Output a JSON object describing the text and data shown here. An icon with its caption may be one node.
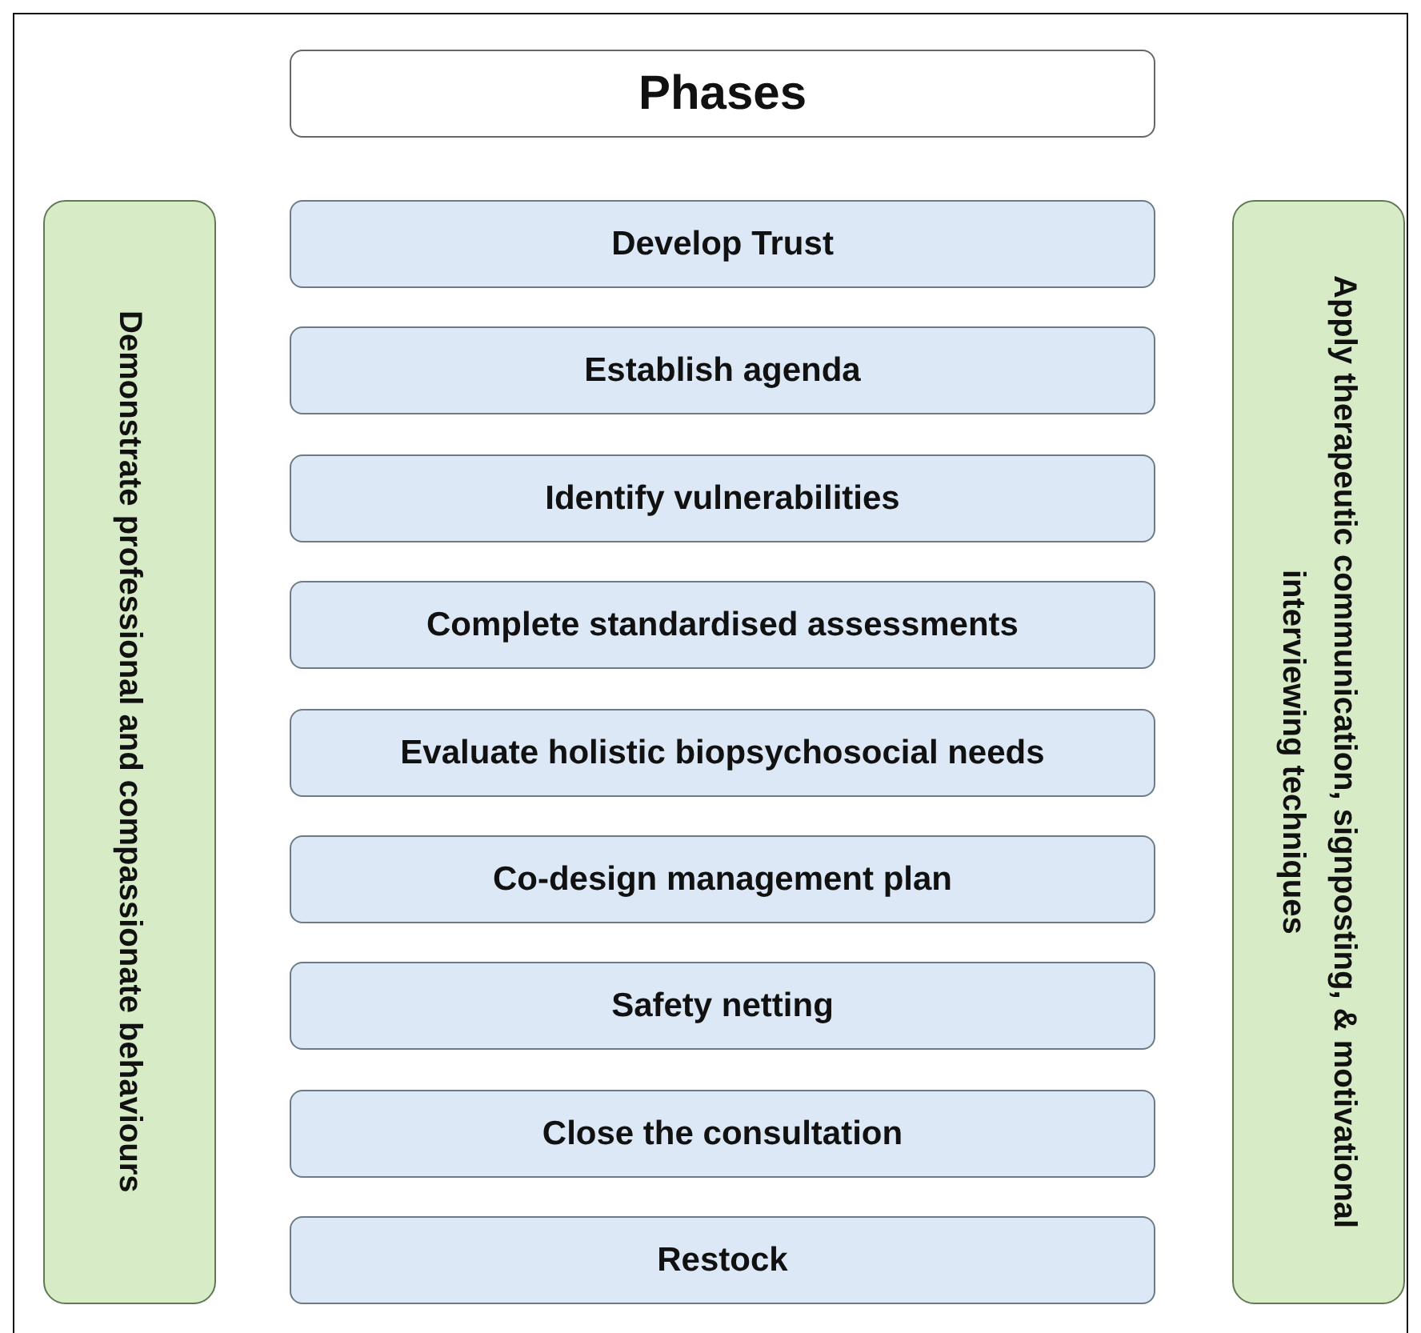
{
  "diagram": {
    "nodes": [
      {
        "text": [
          "Phases"
        ]
      },
      {
        "text": [
          "Demonstrate professional and compassionate behaviours"
        ]
      },
      {
        "text": [
          "Develop Trust"
        ]
      },
      {
        "text": [
          "Establish agenda"
        ]
      },
      {
        "text": [
          "Identify vulnerabilities"
        ]
      },
      {
        "text": [
          "Complete standardised assessments"
        ]
      },
      {
        "text": [
          "Evaluate holistic biopsychosocial needs"
        ]
      },
      {
        "text": [
          "Co-design management plan"
        ]
      },
      {
        "text": [
          "Safety netting"
        ]
      },
      {
        "text": [
          "Close the consultation"
        ]
      },
      {
        "text": [
          "Restock"
        ]
      },
      {
        "text": [
          "Apply therapeutic communication, signposting, & motivational interviewing techniques"
        ]
      }
    ]
  }
}
